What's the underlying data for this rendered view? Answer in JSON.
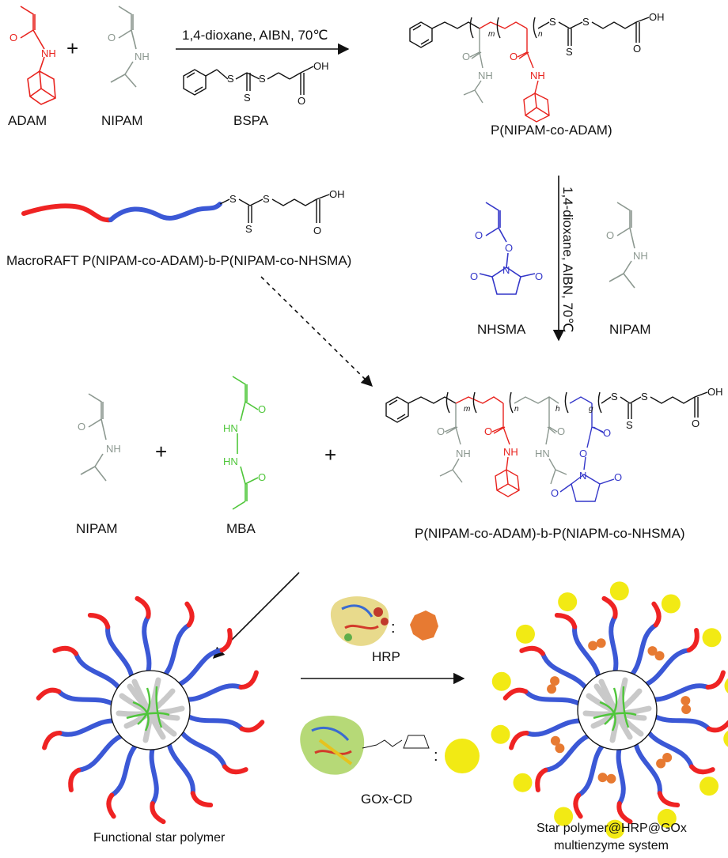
{
  "colors": {
    "adam": "#e8231e",
    "nipam": "#8c9890",
    "nhsma": "#3437c9",
    "mba": "#4fc63a",
    "chain_red": "#ef2323",
    "chain_blue": "#3b58d6",
    "hrp": "#e77a32",
    "gox": "#f2ea14",
    "core_grey": "#c9c9c9",
    "black": "#111111"
  },
  "labels": {
    "adam": "ADAM",
    "nipam": "NIPAM",
    "bspa": "BSPA",
    "reaction1": "1,4-dioxane, AIBN, 70℃",
    "product1": "P(NIPAM-co-ADAM)",
    "reaction2": "1,4-dioxane, AIBN, 70℃",
    "nhsma": "NHSMA",
    "nipam2": "NIPAM",
    "macroraft": "MacroRAFT P(NIPAM-co-ADAM)-b-P(NIPAM-co-NHSMA)",
    "nipam3": "NIPAM",
    "mba": "MBA",
    "product2": "P(NIPAM-co-ADAM)-b-P(NIAPM-co-NHSMA)",
    "star": "Functional star polymer",
    "hrp": "HRP",
    "gox": "GOx-CD",
    "system_line1": "Star polymer@HRP@GOx",
    "system_line2": "multienzyme system",
    "plus": "+",
    "colon": ":"
  },
  "atoms": {
    "O": "O",
    "NH": "NH",
    "N": "N",
    "S": "S",
    "OH": "OH",
    "HN": "HN",
    "m": "m",
    "n": "n",
    "h": "h",
    "g": "g"
  }
}
